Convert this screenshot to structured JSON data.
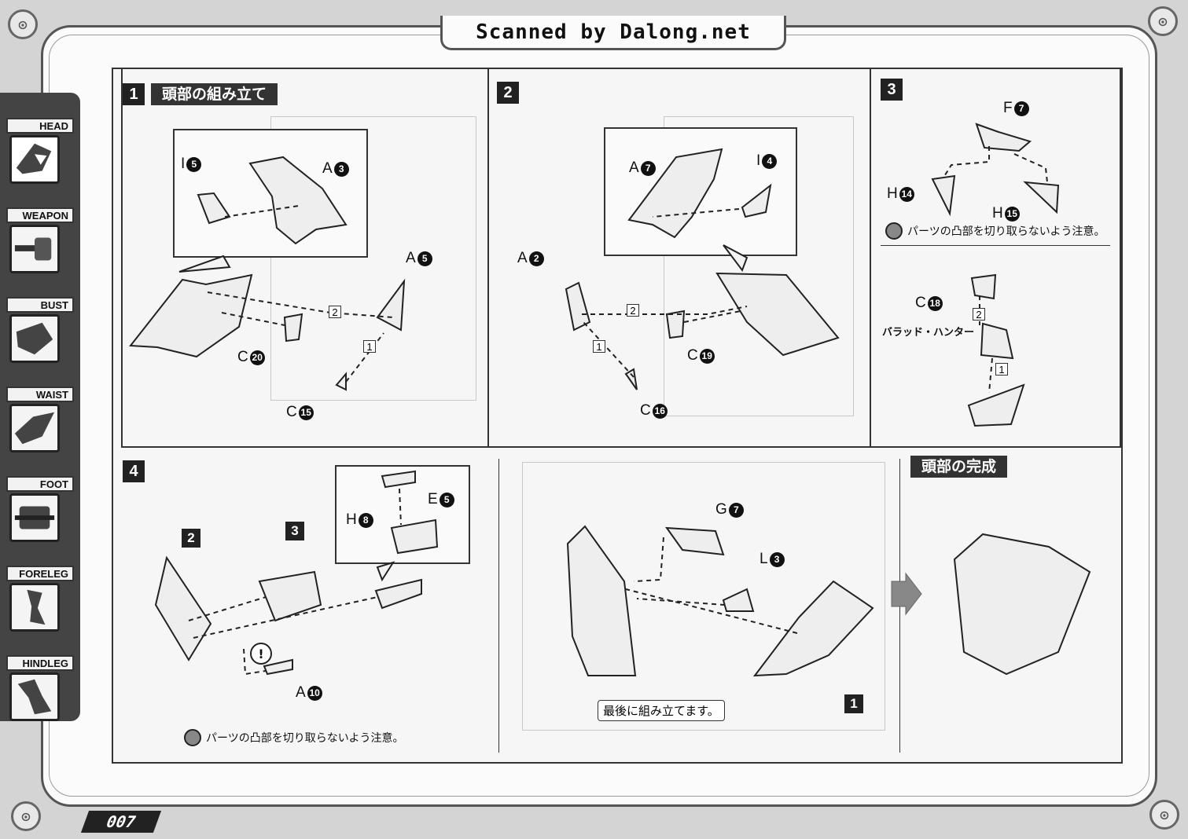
{
  "header": {
    "scan_credit": "Scanned by Dalong.net"
  },
  "sidebar": {
    "items": [
      {
        "label": "HEAD"
      },
      {
        "label": "WEAPON"
      },
      {
        "label": "BUST"
      },
      {
        "label": "WAIST"
      },
      {
        "label": "FOOT"
      },
      {
        "label": "FORELEG"
      },
      {
        "label": "HINDLEG"
      }
    ]
  },
  "steps": {
    "s1": {
      "number": "1",
      "title": "頭部の組み立て"
    },
    "s2": {
      "number": "2"
    },
    "s3": {
      "number": "3"
    },
    "s4": {
      "number": "4"
    },
    "complete": {
      "title": "頭部の完成"
    }
  },
  "parts": {
    "s1_i": {
      "letter": "I",
      "num": "5"
    },
    "s1_a3": {
      "letter": "A",
      "num": "3"
    },
    "s1_a5": {
      "letter": "A",
      "num": "5"
    },
    "s1_c20": {
      "letter": "C",
      "num": "20"
    },
    "s1_c15": {
      "letter": "C",
      "num": "15"
    },
    "s2_a7": {
      "letter": "A",
      "num": "7"
    },
    "s2_i4": {
      "letter": "I",
      "num": "4"
    },
    "s2_a2": {
      "letter": "A",
      "num": "2"
    },
    "s2_c19": {
      "letter": "C",
      "num": "19"
    },
    "s2_c16": {
      "letter": "C",
      "num": "16"
    },
    "s3_f7": {
      "letter": "F",
      "num": "7"
    },
    "s3_h14": {
      "letter": "H",
      "num": "14"
    },
    "s3_h15": {
      "letter": "H",
      "num": "15"
    },
    "s3_c18": {
      "letter": "C",
      "num": "18"
    },
    "s4_h8": {
      "letter": "H",
      "num": "8"
    },
    "s4_e5": {
      "letter": "E",
      "num": "5"
    },
    "s4_a10": {
      "letter": "A",
      "num": "10"
    },
    "s5_g7": {
      "letter": "G",
      "num": "7"
    },
    "s5_l3": {
      "letter": "L",
      "num": "3"
    }
  },
  "sequence": {
    "one": "1",
    "two": "2"
  },
  "notes": {
    "dont_cut_tabs": "パーツの凸部を切り取らないよう注意。",
    "assemble_last": "最後に組み立てます。",
    "pilot": "バラッド・ハンター"
  },
  "sub_refs": {
    "two": "2",
    "three": "3",
    "one": "1"
  },
  "page_number": "007"
}
